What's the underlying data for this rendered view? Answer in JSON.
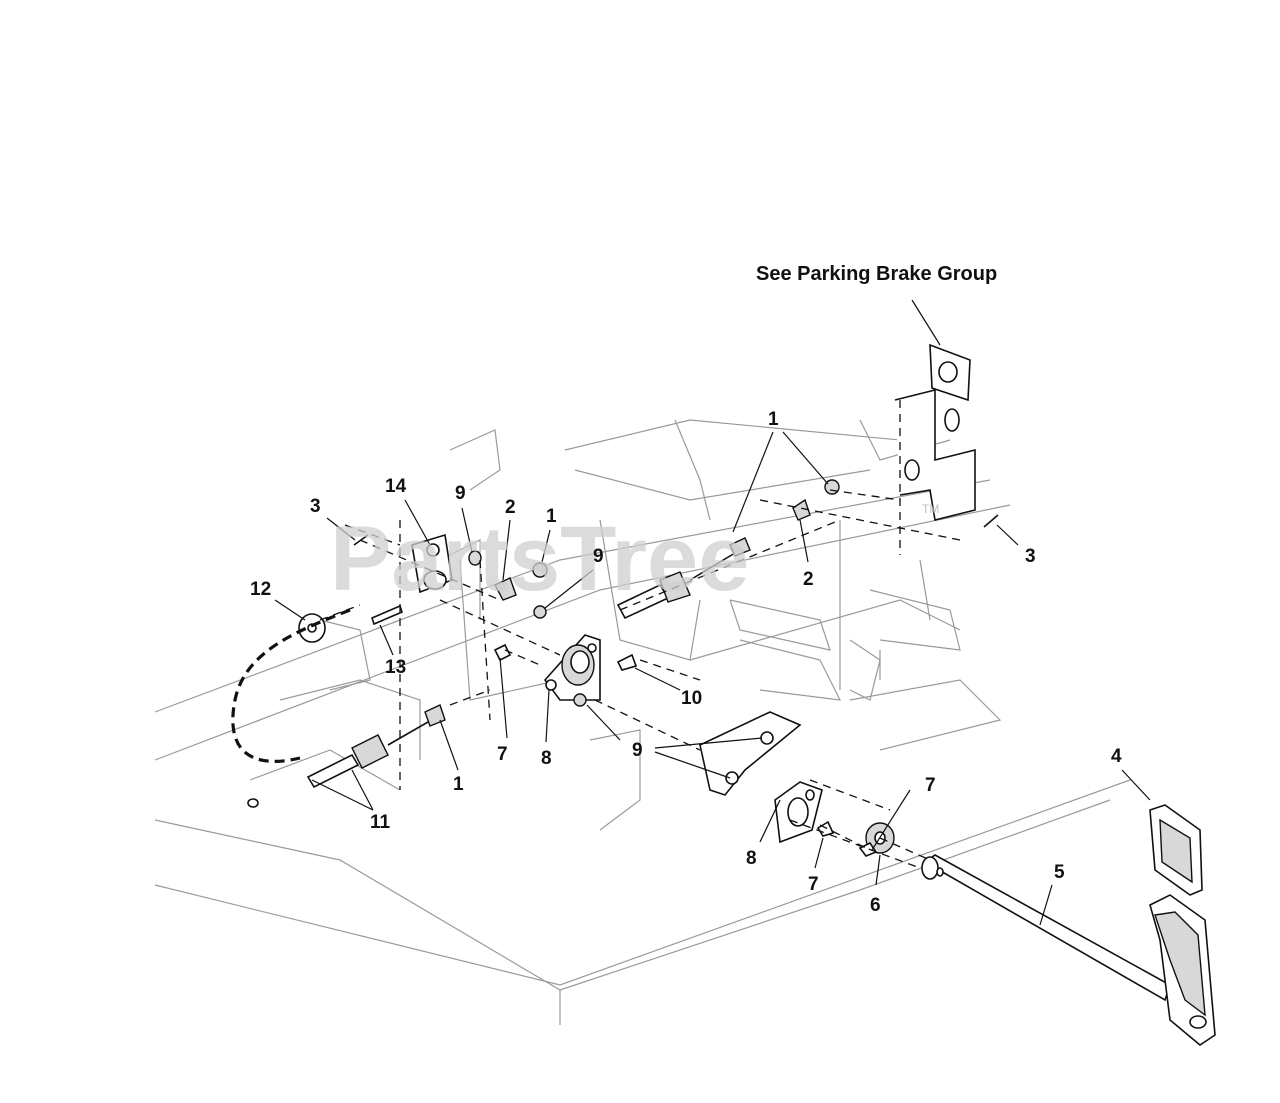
{
  "diagram": {
    "callout_reference": "See Parking Brake Group",
    "watermark": "PartsTree",
    "trademark": "TM",
    "part_labels": {
      "p1a": "1",
      "p1b": "1",
      "p1c": "1",
      "p2a": "2",
      "p2b": "2",
      "p3a": "3",
      "p3b": "3",
      "p4": "4",
      "p5": "5",
      "p6": "6",
      "p7a": "7",
      "p7b": "7",
      "p7c": "7",
      "p8a": "8",
      "p8b": "8",
      "p9a": "9",
      "p9b": "9",
      "p9c": "9",
      "p10": "10",
      "p11": "11",
      "p12": "12",
      "p13": "13",
      "p14": "14"
    }
  }
}
